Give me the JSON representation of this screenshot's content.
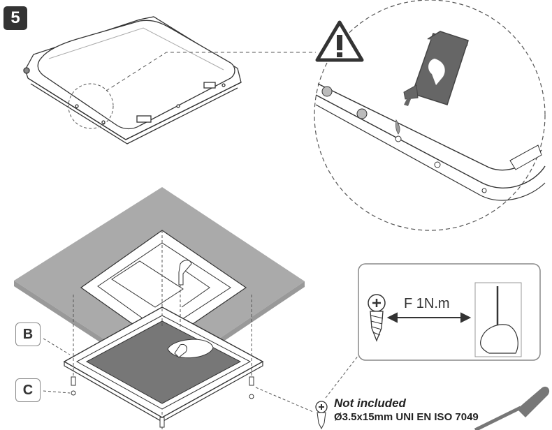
{
  "step": {
    "number": "5"
  },
  "callouts": {
    "b": "B",
    "c": "C"
  },
  "torque": {
    "label": "F 1N.m"
  },
  "screw_note": {
    "title": "Not included",
    "spec": "Ø3.5x15mm UNI EN ISO 7049"
  },
  "icons": [
    "warning-icon",
    "sealant-tube-icon",
    "screw-icon",
    "screwdriver-icon"
  ],
  "colors": {
    "line": "#333333",
    "ceiling": "#aaaaaa",
    "badge": "#333333",
    "tube": "#666666"
  }
}
